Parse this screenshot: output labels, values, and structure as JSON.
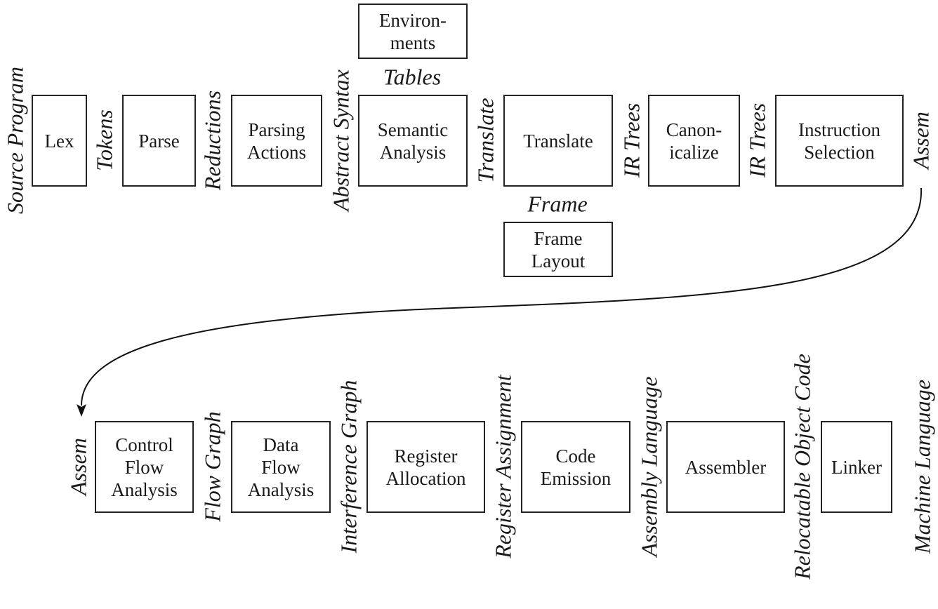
{
  "top_row": {
    "boxes": [
      "Lex",
      "Parse",
      "Parsing\nActions",
      "Semantic\nAnalysis",
      "Translate",
      "Canon-\nicalize",
      "Instruction\nSelection"
    ],
    "labels": [
      "Source Program",
      "Tokens",
      "Reductions",
      "Abstract Syntax",
      "Translate",
      "IR Trees",
      "IR Trees",
      "Assem"
    ]
  },
  "side_boxes": {
    "environments": "Environ-\nments",
    "tables_label": "Tables",
    "frame_label": "Frame",
    "frame_layout": "Frame\nLayout"
  },
  "bottom_row": {
    "boxes": [
      "Control\nFlow\nAnalysis",
      "Data\nFlow\nAnalysis",
      "Register\nAllocation",
      "Code\nEmission",
      "Assembler",
      "Linker"
    ],
    "labels": [
      "Assem",
      "Flow Graph",
      "Interference Graph",
      "Register Assignment",
      "Assembly Language",
      "Relocatable Object Code",
      "Machine Language"
    ]
  }
}
